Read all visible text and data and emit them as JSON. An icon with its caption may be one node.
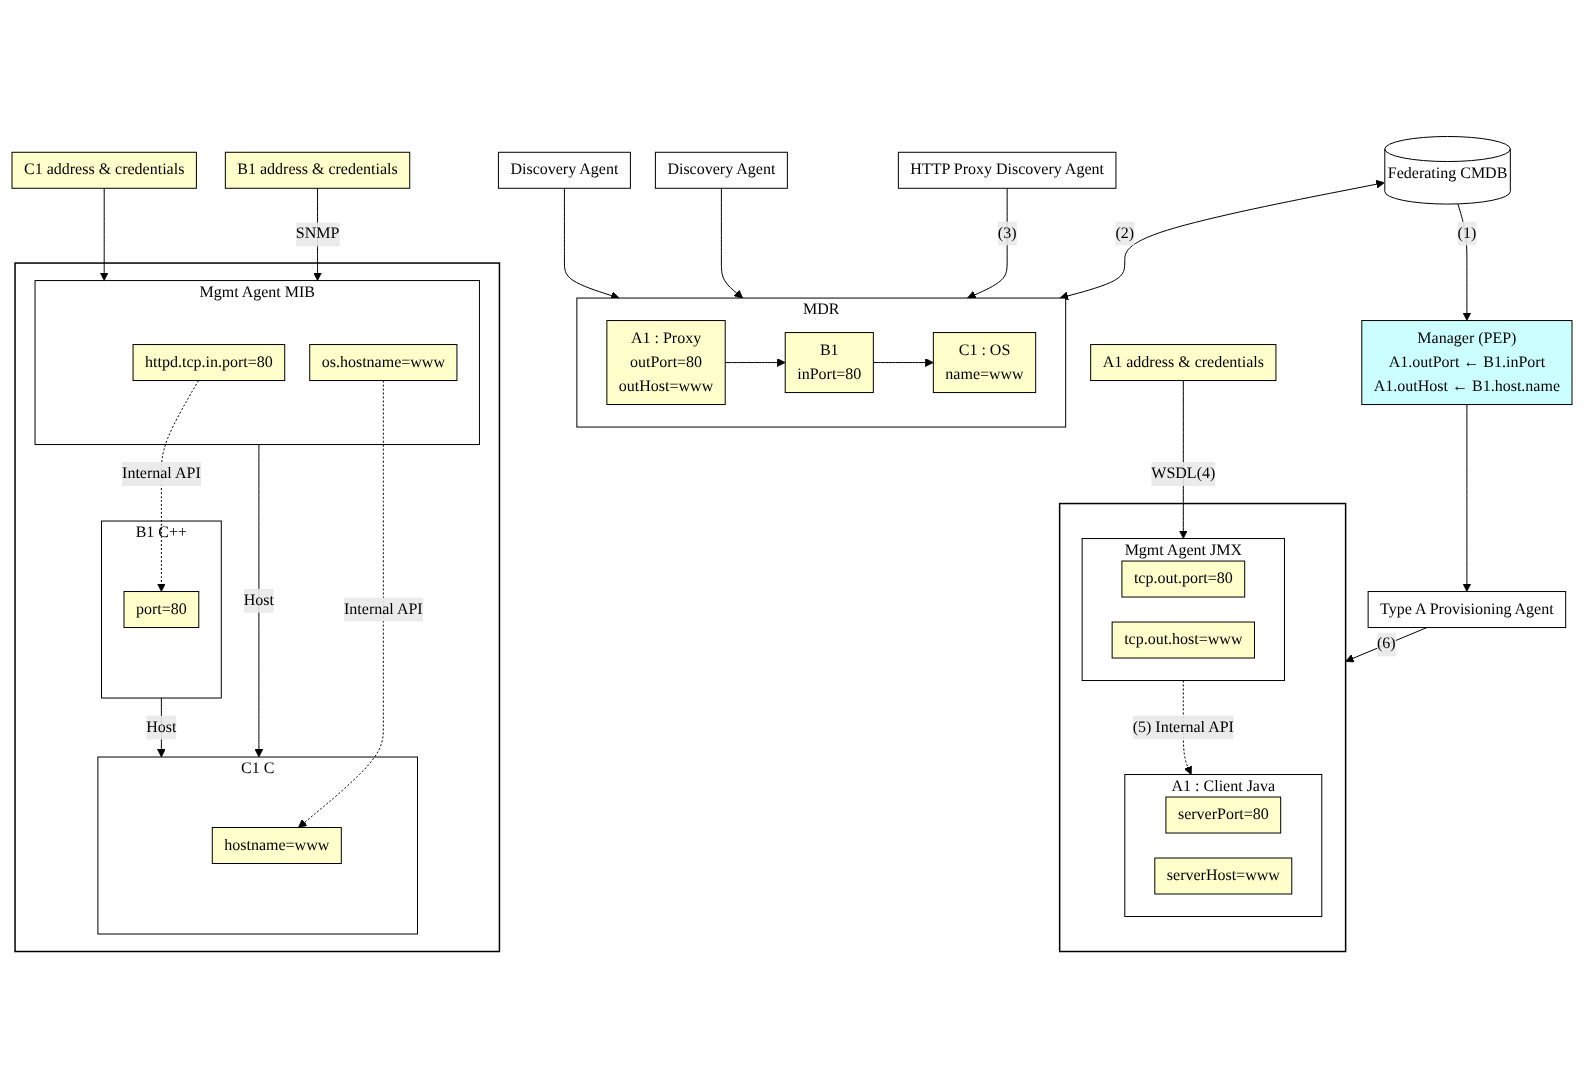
{
  "diagram": {
    "nodes": [
      {
        "text": [
          "Manager (PEP)",
          "A1.outPort ← B1.inPort",
          "A1.outHost ← B1.host.name"
        ]
      },
      {
        "text": [
          "Federating CMDB"
        ]
      },
      {
        "text": [
          "MDR"
        ]
      },
      {
        "text": [
          "A1 : Proxy",
          "outPort=80",
          "outHost=www"
        ],
        "in": 2
      },
      {
        "text": [
          "B1",
          "inPort=80"
        ],
        "in": 2
      },
      {
        "text": [
          "C1 : OS",
          "name=www"
        ],
        "in": 2
      },
      {
        "text": [
          "Type A Provisioning Agent"
        ]
      },
      {
        "text": [
          "HTTP Proxy Discovery Agent"
        ]
      },
      {
        "text": [
          "A1 address & credentials"
        ]
      },
      {
        "text": [
          "Discovery Agent"
        ]
      },
      {
        "text": [
          "B1 address & credentials"
        ]
      },
      {
        "text": [
          "Discovery Agent"
        ]
      },
      {
        "text": [
          "C1 address & credentials"
        ]
      },
      {
        "text": [],
        "shape": "box"
      },
      {
        "text": [
          "Mgmt Agent",
          "JMX"
        ],
        "in": 13
      },
      {
        "text": [
          "tcp.out.port=80"
        ],
        "in": 14
      },
      {
        "text": [
          "tcp.out.host=www"
        ],
        "in": 14
      },
      {
        "text": [
          "A1 : Client",
          "Java"
        ],
        "in": 13
      },
      {
        "text": [
          "serverPort=80"
        ],
        "in": 17
      },
      {
        "text": [
          "serverHost=www"
        ],
        "in": 17
      },
      {
        "text": [],
        "shape": "box"
      },
      {
        "text": [
          "Mgmt Agent",
          "MIB"
        ],
        "in": 20
      },
      {
        "text": [
          "httpd.tcp.in.port=80"
        ],
        "in": 21
      },
      {
        "text": [
          "os.hostname=www"
        ],
        "in": 21
      },
      {
        "text": [
          "B1",
          "C++"
        ],
        "in": 20
      },
      {
        "text": [
          "port=80"
        ],
        "in": 24
      },
      {
        "text": [
          "C1",
          "C"
        ],
        "in": 20
      },
      {
        "text": [
          "hostname=www"
        ],
        "in": 26
      }
    ],
    "edges": [
      {
        "from": 1,
        "to": 0,
        "arrow": "to",
        "label": "(1)"
      },
      {
        "from": 1,
        "to": 2,
        "arrow": "both",
        "label": "(2)"
      },
      {
        "from": 3,
        "to": 4,
        "arrow": "to"
      },
      {
        "from": 4,
        "to": 5,
        "arrow": "to"
      },
      {
        "from": 0,
        "to": 6,
        "arrow": "to"
      },
      {
        "from": 7,
        "to": 2,
        "arrow": "to",
        "label": "(3)"
      },
      {
        "from": 9,
        "to": 2,
        "arrow": "to"
      },
      {
        "from": 11,
        "to": 2,
        "arrow": "to"
      },
      {
        "from": 8,
        "to": 14,
        "arrow": "to",
        "label": "WSDL(4)"
      },
      {
        "from": 10,
        "to": 21,
        "arrow": "to",
        "label": "SNMP"
      },
      {
        "from": 12,
        "to": 21,
        "arrow": "to"
      },
      {
        "from": 6,
        "to": 13,
        "arrow": "to",
        "label": "(6)"
      },
      {
        "from": 14,
        "to": 17,
        "arrow": "to",
        "style": "dashed",
        "label": "(5) Internal API"
      },
      {
        "from": 22,
        "to": 25,
        "arrow": "to",
        "style": "dashed",
        "label": "Internal API"
      },
      {
        "from": 23,
        "to": 27,
        "arrow": "to",
        "style": "dashed",
        "label": "Internal API"
      },
      {
        "from": 21,
        "to": 26,
        "arrow": "to",
        "label": "Host"
      },
      {
        "from": 24,
        "to": 26,
        "arrow": "to",
        "label": "Host"
      }
    ]
  }
}
